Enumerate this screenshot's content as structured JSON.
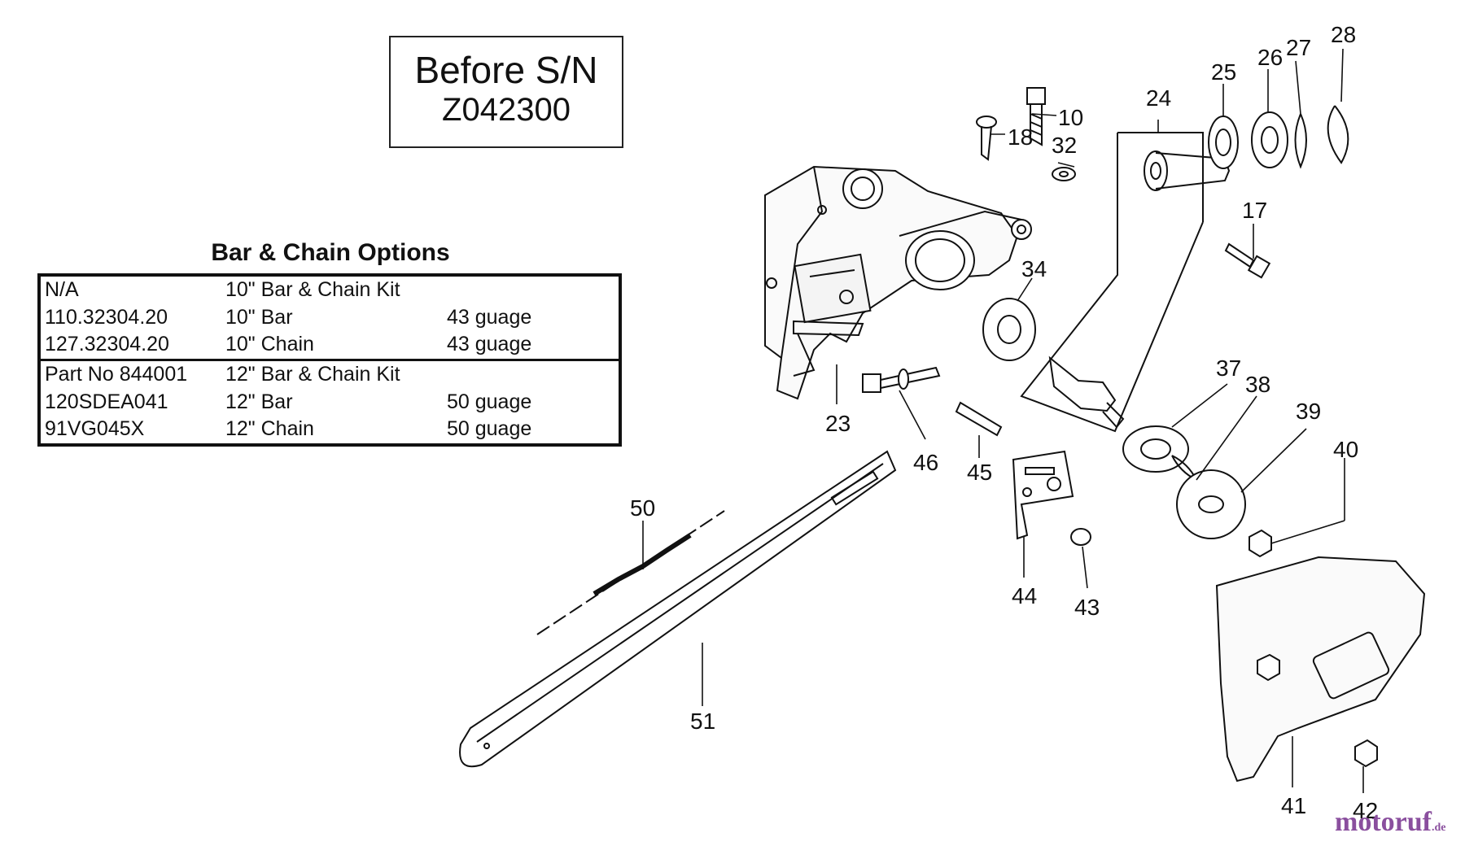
{
  "serial_box": {
    "line1": "Before S/N",
    "line2": "Z042300"
  },
  "options": {
    "title": "Bar & Chain Options",
    "groups": [
      [
        {
          "part": "N/A",
          "desc": "10\" Bar & Chain Kit",
          "gauge": ""
        },
        {
          "part": "110.32304.20",
          "desc": "10\" Bar",
          "gauge": "43 guage"
        },
        {
          "part": "127.32304.20",
          "desc": "10\" Chain",
          "gauge": "43 guage"
        }
      ],
      [
        {
          "part": "Part No 844001",
          "desc": "12\" Bar & Chain Kit",
          "gauge": ""
        },
        {
          "part": "120SDEA041",
          "desc": "12\" Bar",
          "gauge": "50 guage"
        },
        {
          "part": "91VG045X",
          "desc": "12\" Chain",
          "gauge": "50 guage"
        }
      ]
    ]
  },
  "callouts": [
    "10",
    "18",
    "32",
    "24",
    "25",
    "26",
    "27",
    "28",
    "17",
    "34",
    "23",
    "46",
    "45",
    "37",
    "38",
    "39",
    "40",
    "50",
    "44",
    "43",
    "51",
    "41",
    "42"
  ],
  "watermark": {
    "text": "motoruf",
    "suffix": ".de"
  }
}
